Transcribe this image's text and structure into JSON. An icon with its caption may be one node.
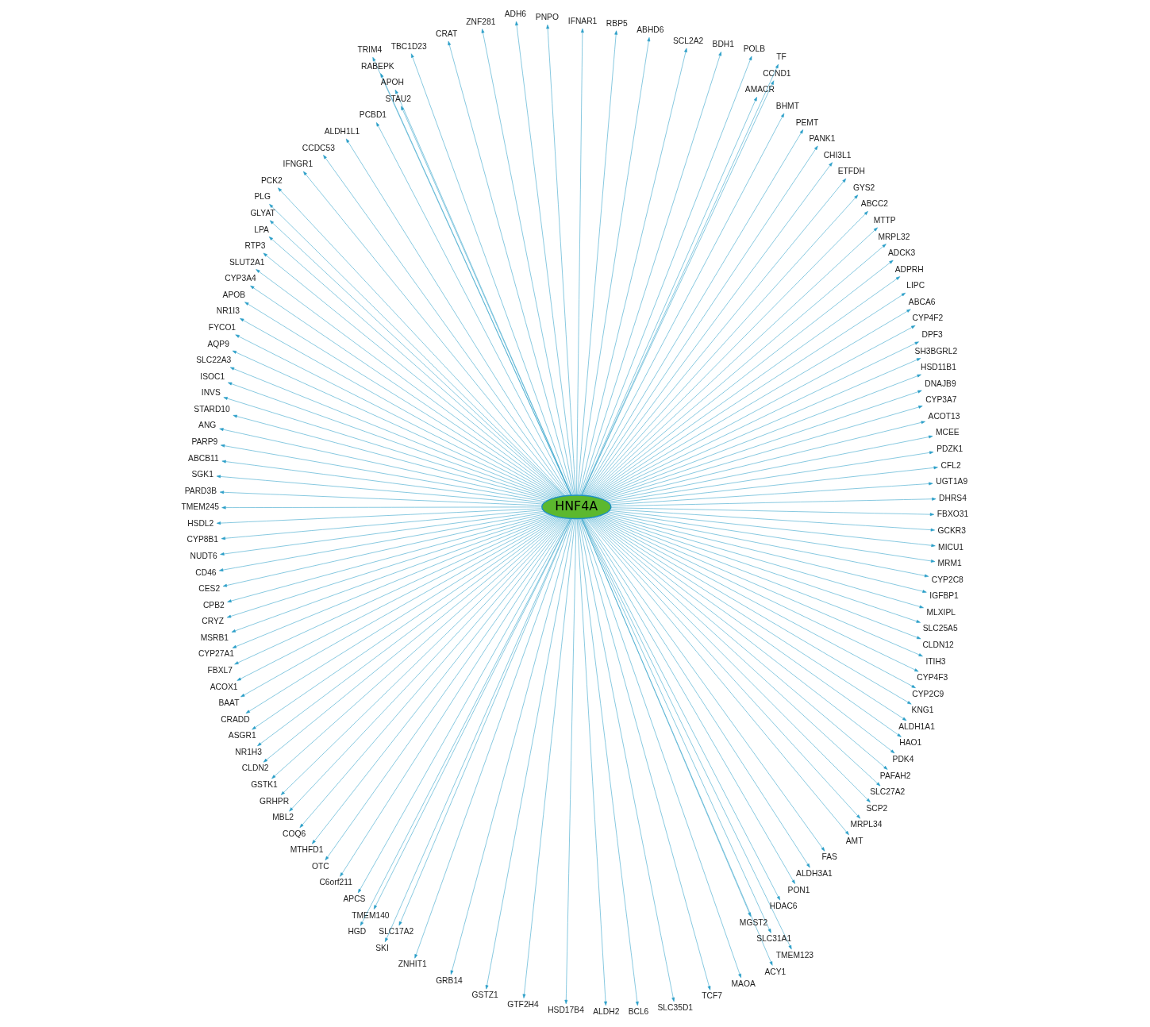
{
  "diagram": {
    "nodes": [
      {
        "text": [
          "HNF4A"
        ]
      },
      {
        "text": [
          "DHRS4"
        ]
      },
      {
        "text": [
          "UGT1A9"
        ]
      },
      {
        "text": [
          "CFL2"
        ]
      },
      {
        "text": [
          "PDZK1"
        ]
      },
      {
        "text": [
          "MCEE"
        ]
      },
      {
        "text": [
          "ACOT13"
        ]
      },
      {
        "text": [
          "CYP3A7"
        ]
      },
      {
        "text": [
          "DNAJB9"
        ]
      },
      {
        "text": [
          "HSD11B1"
        ]
      },
      {
        "text": [
          "SH3BGRL2"
        ]
      },
      {
        "text": [
          "DPF3"
        ]
      },
      {
        "text": [
          "CYP4F2"
        ]
      },
      {
        "text": [
          "ABCA6"
        ]
      },
      {
        "text": [
          "LIPC"
        ]
      },
      {
        "text": [
          "ADPRH"
        ]
      },
      {
        "text": [
          "ADCK3"
        ]
      },
      {
        "text": [
          "MRPL32"
        ]
      },
      {
        "text": [
          "MTTP"
        ]
      },
      {
        "text": [
          "ABCC2"
        ]
      },
      {
        "text": [
          "GYS2"
        ]
      },
      {
        "text": [
          "ETFDH"
        ]
      },
      {
        "text": [
          "CHI3L1"
        ]
      },
      {
        "text": [
          "PANK1"
        ]
      },
      {
        "text": [
          "PEMT"
        ]
      },
      {
        "text": [
          "BHMT"
        ]
      },
      {
        "text": [
          "AMACR"
        ]
      },
      {
        "text": [
          "CCND1"
        ]
      },
      {
        "text": [
          "TF"
        ]
      },
      {
        "text": [
          "POLB"
        ]
      },
      {
        "text": [
          "BDH1"
        ]
      },
      {
        "text": [
          "SCL2A2"
        ]
      },
      {
        "text": [
          "ABHD6"
        ]
      },
      {
        "text": [
          "RBP5"
        ]
      },
      {
        "text": [
          "IFNAR1"
        ]
      },
      {
        "text": [
          "PNPO"
        ]
      },
      {
        "text": [
          "ADH6"
        ]
      },
      {
        "text": [
          "ZNF281"
        ]
      },
      {
        "text": [
          "CRAT"
        ]
      },
      {
        "text": [
          "TBC1D23"
        ]
      },
      {
        "text": [
          "TRIM4"
        ]
      },
      {
        "text": [
          "RABEPK"
        ]
      },
      {
        "text": [
          "APOH"
        ]
      },
      {
        "text": [
          "STAU2"
        ]
      },
      {
        "text": [
          "PCBD1"
        ]
      },
      {
        "text": [
          "ALDH1L1"
        ]
      },
      {
        "text": [
          "CCDC53"
        ]
      },
      {
        "text": [
          "IFNGR1"
        ]
      },
      {
        "text": [
          "PCK2"
        ]
      },
      {
        "text": [
          "PLG"
        ]
      },
      {
        "text": [
          "GLYAT"
        ]
      },
      {
        "text": [
          "LPA"
        ]
      },
      {
        "text": [
          "RTP3"
        ]
      },
      {
        "text": [
          "SLUT2A1"
        ]
      },
      {
        "text": [
          "CYP3A4"
        ]
      },
      {
        "text": [
          "APOB"
        ]
      },
      {
        "text": [
          "NR1I3"
        ]
      },
      {
        "text": [
          "FYCO1"
        ]
      },
      {
        "text": [
          "AQP9"
        ]
      },
      {
        "text": [
          "SLC22A3"
        ]
      },
      {
        "text": [
          "ISOC1"
        ]
      },
      {
        "text": [
          "INVS"
        ]
      },
      {
        "text": [
          "STARD10"
        ]
      },
      {
        "text": [
          "ANG"
        ]
      },
      {
        "text": [
          "PARP9"
        ]
      },
      {
        "text": [
          "ABCB11"
        ]
      },
      {
        "text": [
          "SGK1"
        ]
      },
      {
        "text": [
          "PARD3B"
        ]
      },
      {
        "text": [
          "TMEM245"
        ]
      },
      {
        "text": [
          "HSDL2"
        ]
      },
      {
        "text": [
          "CYP8B1"
        ]
      },
      {
        "text": [
          "NUDT6"
        ]
      },
      {
        "text": [
          "CD46"
        ]
      },
      {
        "text": [
          "CES2"
        ]
      },
      {
        "text": [
          "CPB2"
        ]
      },
      {
        "text": [
          "CRYZ"
        ]
      },
      {
        "text": [
          "MSRB1"
        ]
      },
      {
        "text": [
          "CYP27A1"
        ]
      },
      {
        "text": [
          "FBXL7"
        ]
      },
      {
        "text": [
          "ACOX1"
        ]
      },
      {
        "text": [
          "BAAT"
        ]
      },
      {
        "text": [
          "CRADD"
        ]
      },
      {
        "text": [
          "ASGR1"
        ]
      },
      {
        "text": [
          "NR1H3"
        ]
      },
      {
        "text": [
          "CLDN2"
        ]
      },
      {
        "text": [
          "GSTK1"
        ]
      },
      {
        "text": [
          "GRHPR"
        ]
      },
      {
        "text": [
          "MBL2"
        ]
      },
      {
        "text": [
          "COQ6"
        ]
      },
      {
        "text": [
          "MTHFD1"
        ]
      },
      {
        "text": [
          "OTC"
        ]
      },
      {
        "text": [
          "C6orf211"
        ]
      },
      {
        "text": [
          "APCS"
        ]
      },
      {
        "text": [
          "TMEM140"
        ]
      },
      {
        "text": [
          "SLC17A2"
        ]
      },
      {
        "text": [
          "HGD"
        ]
      },
      {
        "text": [
          "SKI"
        ]
      },
      {
        "text": [
          "ZNHIT1"
        ]
      },
      {
        "text": [
          "GRB14"
        ]
      },
      {
        "text": [
          "GSTZ1"
        ]
      },
      {
        "text": [
          "GTF2H4"
        ]
      },
      {
        "text": [
          "HSD17B4"
        ]
      },
      {
        "text": [
          "ALDH2"
        ]
      },
      {
        "text": [
          "BCL6"
        ]
      },
      {
        "text": [
          "SLC35D1"
        ]
      },
      {
        "text": [
          "TCF7"
        ]
      },
      {
        "text": [
          "MAOA"
        ]
      },
      {
        "text": [
          "ACY1"
        ]
      },
      {
        "text": [
          "TMEM123"
        ]
      },
      {
        "text": [
          "SLC31A1"
        ]
      },
      {
        "text": [
          "MGST2"
        ]
      },
      {
        "text": [
          "HDAC6"
        ]
      },
      {
        "text": [
          "PON1"
        ]
      },
      {
        "text": [
          "ALDH3A1"
        ]
      },
      {
        "text": [
          "FAS"
        ]
      },
      {
        "text": [
          "AMT"
        ]
      },
      {
        "text": [
          "MRPL34"
        ]
      },
      {
        "text": [
          "SCP2"
        ]
      },
      {
        "text": [
          "SLC27A2"
        ]
      },
      {
        "text": [
          "PAFAH2"
        ]
      },
      {
        "text": [
          "PDK4"
        ]
      },
      {
        "text": [
          "HAO1"
        ]
      },
      {
        "text": [
          "ALDH1A1"
        ]
      },
      {
        "text": [
          "KNG1"
        ]
      },
      {
        "text": [
          "CYP2C9"
        ]
      },
      {
        "text": [
          "CYP4F3"
        ]
      },
      {
        "text": [
          "ITIH3"
        ]
      },
      {
        "text": [
          "CLDN12"
        ]
      },
      {
        "text": [
          "SLC25A5"
        ]
      },
      {
        "text": [
          "MLXIPL"
        ]
      },
      {
        "text": [
          "IGFBP1"
        ]
      },
      {
        "text": [
          "CYP2C8"
        ]
      },
      {
        "text": [
          "MRM1"
        ]
      },
      {
        "text": [
          "MICU1"
        ]
      },
      {
        "text": [
          "GCKR3"
        ]
      },
      {
        "text": [
          "FBXO31"
        ]
      }
    ],
    "edges": [
      {
        "from": 0,
        "to": 1,
        "arrow": "to"
      },
      {
        "from": 0,
        "to": 2,
        "arrow": "to"
      },
      {
        "from": 0,
        "to": 3,
        "arrow": "to"
      },
      {
        "from": 0,
        "to": 4,
        "arrow": "to"
      },
      {
        "from": 0,
        "to": 5,
        "arrow": "to"
      },
      {
        "from": 0,
        "to": 6,
        "arrow": "to"
      },
      {
        "from": 0,
        "to": 7,
        "arrow": "to"
      },
      {
        "from": 0,
        "to": 8,
        "arrow": "to"
      },
      {
        "from": 0,
        "to": 9,
        "arrow": "to"
      },
      {
        "from": 0,
        "to": 10,
        "arrow": "to"
      },
      {
        "from": 0,
        "to": 11,
        "arrow": "to"
      },
      {
        "from": 0,
        "to": 12,
        "arrow": "to"
      },
      {
        "from": 0,
        "to": 13,
        "arrow": "to"
      },
      {
        "from": 0,
        "to": 14,
        "arrow": "to"
      },
      {
        "from": 0,
        "to": 15,
        "arrow": "to"
      },
      {
        "from": 0,
        "to": 16,
        "arrow": "to"
      },
      {
        "from": 0,
        "to": 17,
        "arrow": "to"
      },
      {
        "from": 0,
        "to": 18,
        "arrow": "to"
      },
      {
        "from": 0,
        "to": 19,
        "arrow": "to"
      },
      {
        "from": 0,
        "to": 20,
        "arrow": "to"
      },
      {
        "from": 0,
        "to": 21,
        "arrow": "to"
      },
      {
        "from": 0,
        "to": 22,
        "arrow": "to"
      },
      {
        "from": 0,
        "to": 23,
        "arrow": "to"
      },
      {
        "from": 0,
        "to": 24,
        "arrow": "to"
      },
      {
        "from": 0,
        "to": 25,
        "arrow": "to"
      },
      {
        "from": 0,
        "to": 26,
        "arrow": "to"
      },
      {
        "from": 0,
        "to": 27,
        "arrow": "to"
      },
      {
        "from": 0,
        "to": 28,
        "arrow": "to"
      },
      {
        "from": 0,
        "to": 29,
        "arrow": "to"
      },
      {
        "from": 0,
        "to": 30,
        "arrow": "to"
      },
      {
        "from": 0,
        "to": 31,
        "arrow": "to"
      },
      {
        "from": 0,
        "to": 32,
        "arrow": "to"
      },
      {
        "from": 0,
        "to": 33,
        "arrow": "to"
      },
      {
        "from": 0,
        "to": 34,
        "arrow": "to"
      },
      {
        "from": 0,
        "to": 35,
        "arrow": "to"
      },
      {
        "from": 0,
        "to": 36,
        "arrow": "to"
      },
      {
        "from": 0,
        "to": 37,
        "arrow": "to"
      },
      {
        "from": 0,
        "to": 38,
        "arrow": "to"
      },
      {
        "from": 0,
        "to": 39,
        "arrow": "to"
      },
      {
        "from": 0,
        "to": 40,
        "arrow": "to"
      },
      {
        "from": 0,
        "to": 41,
        "arrow": "to"
      },
      {
        "from": 0,
        "to": 42,
        "arrow": "to"
      },
      {
        "from": 0,
        "to": 43,
        "arrow": "to"
      },
      {
        "from": 0,
        "to": 44,
        "arrow": "to"
      },
      {
        "from": 0,
        "to": 45,
        "arrow": "to"
      },
      {
        "from": 0,
        "to": 46,
        "arrow": "to"
      },
      {
        "from": 0,
        "to": 47,
        "arrow": "to"
      },
      {
        "from": 0,
        "to": 48,
        "arrow": "to"
      },
      {
        "from": 0,
        "to": 49,
        "arrow": "to"
      },
      {
        "from": 0,
        "to": 50,
        "arrow": "to"
      },
      {
        "from": 0,
        "to": 51,
        "arrow": "to"
      },
      {
        "from": 0,
        "to": 52,
        "arrow": "to"
      },
      {
        "from": 0,
        "to": 53,
        "arrow": "to"
      },
      {
        "from": 0,
        "to": 54,
        "arrow": "to"
      },
      {
        "from": 0,
        "to": 55,
        "arrow": "to"
      },
      {
        "from": 0,
        "to": 56,
        "arrow": "to"
      },
      {
        "from": 0,
        "to": 57,
        "arrow": "to"
      },
      {
        "from": 0,
        "to": 58,
        "arrow": "to"
      },
      {
        "from": 0,
        "to": 59,
        "arrow": "to"
      },
      {
        "from": 0,
        "to": 60,
        "arrow": "to"
      },
      {
        "from": 0,
        "to": 61,
        "arrow": "to"
      },
      {
        "from": 0,
        "to": 62,
        "arrow": "to"
      },
      {
        "from": 0,
        "to": 63,
        "arrow": "to"
      },
      {
        "from": 0,
        "to": 64,
        "arrow": "to"
      },
      {
        "from": 0,
        "to": 65,
        "arrow": "to"
      },
      {
        "from": 0,
        "to": 66,
        "arrow": "to"
      },
      {
        "from": 0,
        "to": 67,
        "arrow": "to"
      },
      {
        "from": 0,
        "to": 68,
        "arrow": "to"
      },
      {
        "from": 0,
        "to": 69,
        "arrow": "to"
      },
      {
        "from": 0,
        "to": 70,
        "arrow": "to"
      },
      {
        "from": 0,
        "to": 71,
        "arrow": "to"
      },
      {
        "from": 0,
        "to": 72,
        "arrow": "to"
      },
      {
        "from": 0,
        "to": 73,
        "arrow": "to"
      },
      {
        "from": 0,
        "to": 74,
        "arrow": "to"
      },
      {
        "from": 0,
        "to": 75,
        "arrow": "to"
      },
      {
        "from": 0,
        "to": 76,
        "arrow": "to"
      },
      {
        "from": 0,
        "to": 77,
        "arrow": "to"
      },
      {
        "from": 0,
        "to": 78,
        "arrow": "to"
      },
      {
        "from": 0,
        "to": 79,
        "arrow": "to"
      },
      {
        "from": 0,
        "to": 80,
        "arrow": "to"
      },
      {
        "from": 0,
        "to": 81,
        "arrow": "to"
      },
      {
        "from": 0,
        "to": 82,
        "arrow": "to"
      },
      {
        "from": 0,
        "to": 83,
        "arrow": "to"
      },
      {
        "from": 0,
        "to": 84,
        "arrow": "to"
      },
      {
        "from": 0,
        "to": 85,
        "arrow": "to"
      },
      {
        "from": 0,
        "to": 86,
        "arrow": "to"
      },
      {
        "from": 0,
        "to": 87,
        "arrow": "to"
      },
      {
        "from": 0,
        "to": 88,
        "arrow": "to"
      },
      {
        "from": 0,
        "to": 89,
        "arrow": "to"
      },
      {
        "from": 0,
        "to": 90,
        "arrow": "to"
      },
      {
        "from": 0,
        "to": 91,
        "arrow": "to"
      },
      {
        "from": 0,
        "to": 92,
        "arrow": "to"
      },
      {
        "from": 0,
        "to": 93,
        "arrow": "to"
      },
      {
        "from": 0,
        "to": 94,
        "arrow": "to"
      },
      {
        "from": 0,
        "to": 95,
        "arrow": "to"
      },
      {
        "from": 0,
        "to": 96,
        "arrow": "to"
      },
      {
        "from": 0,
        "to": 97,
        "arrow": "to"
      },
      {
        "from": 0,
        "to": 98,
        "arrow": "to"
      },
      {
        "from": 0,
        "to": 99,
        "arrow": "to"
      },
      {
        "from": 0,
        "to": 100,
        "arrow": "to"
      },
      {
        "from": 0,
        "to": 101,
        "arrow": "to"
      },
      {
        "from": 0,
        "to": 102,
        "arrow": "to"
      },
      {
        "from": 0,
        "to": 103,
        "arrow": "to"
      },
      {
        "from": 0,
        "to": 104,
        "arrow": "to"
      },
      {
        "from": 0,
        "to": 105,
        "arrow": "to"
      },
      {
        "from": 0,
        "to": 106,
        "arrow": "to"
      },
      {
        "from": 0,
        "to": 107,
        "arrow": "to"
      },
      {
        "from": 0,
        "to": 108,
        "arrow": "to"
      },
      {
        "from": 0,
        "to": 109,
        "arrow": "to"
      },
      {
        "from": 0,
        "to": 110,
        "arrow": "to"
      },
      {
        "from": 0,
        "to": 111,
        "arrow": "to"
      },
      {
        "from": 0,
        "to": 112,
        "arrow": "to"
      },
      {
        "from": 0,
        "to": 113,
        "arrow": "to"
      },
      {
        "from": 0,
        "to": 114,
        "arrow": "to"
      },
      {
        "from": 0,
        "to": 115,
        "arrow": "to"
      },
      {
        "from": 0,
        "to": 116,
        "arrow": "to"
      },
      {
        "from": 0,
        "to": 117,
        "arrow": "to"
      },
      {
        "from": 0,
        "to": 118,
        "arrow": "to"
      },
      {
        "from": 0,
        "to": 119,
        "arrow": "to"
      },
      {
        "from": 0,
        "to": 120,
        "arrow": "to"
      },
      {
        "from": 0,
        "to": 121,
        "arrow": "to"
      },
      {
        "from": 0,
        "to": 122,
        "arrow": "to"
      },
      {
        "from": 0,
        "to": 123,
        "arrow": "to"
      },
      {
        "from": 0,
        "to": 124,
        "arrow": "to"
      },
      {
        "from": 0,
        "to": 125,
        "arrow": "to"
      },
      {
        "from": 0,
        "to": 126,
        "arrow": "to"
      },
      {
        "from": 0,
        "to": 127,
        "arrow": "to"
      },
      {
        "from": 0,
        "to": 128,
        "arrow": "to"
      },
      {
        "from": 0,
        "to": 129,
        "arrow": "to"
      },
      {
        "from": 0,
        "to": 130,
        "arrow": "to"
      },
      {
        "from": 0,
        "to": 131,
        "arrow": "to"
      },
      {
        "from": 0,
        "to": 132,
        "arrow": "to"
      },
      {
        "from": 0,
        "to": 133,
        "arrow": "to"
      },
      {
        "from": 0,
        "to": 134,
        "arrow": "to"
      },
      {
        "from": 0,
        "to": 135,
        "arrow": "to"
      }
    ]
  }
}
